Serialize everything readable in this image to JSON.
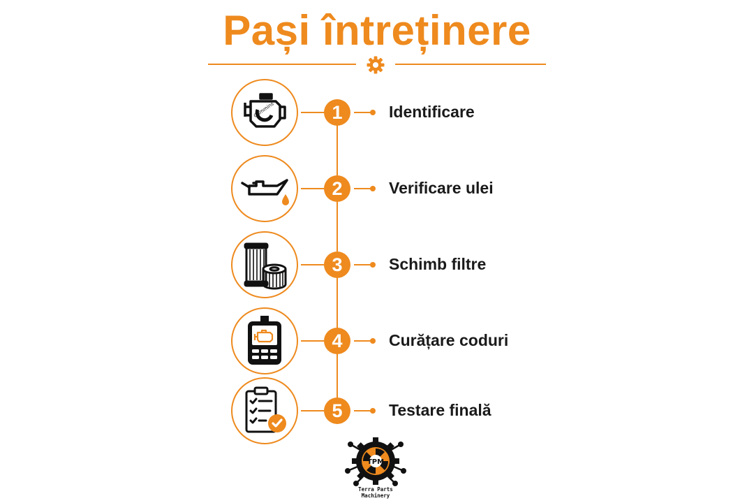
{
  "title": "Pași întreținere",
  "colors": {
    "accent": "#EE8A1E",
    "text": "#1a1a1a",
    "icon": "#111111"
  },
  "steps": [
    {
      "number": "1",
      "label": "Identificare",
      "icon": "engine-icon"
    },
    {
      "number": "2",
      "label": "Verificare ulei",
      "icon": "oil-can-icon"
    },
    {
      "number": "3",
      "label": "Schimb filtre",
      "icon": "filters-icon"
    },
    {
      "number": "4",
      "label": "Curățare coduri",
      "icon": "obd-scanner-icon"
    },
    {
      "number": "5",
      "label": "Testare finală",
      "icon": "checklist-icon"
    }
  ],
  "logo": {
    "line1": "Terra Parts",
    "line2": "Machinery",
    "monogram": "TPM"
  }
}
